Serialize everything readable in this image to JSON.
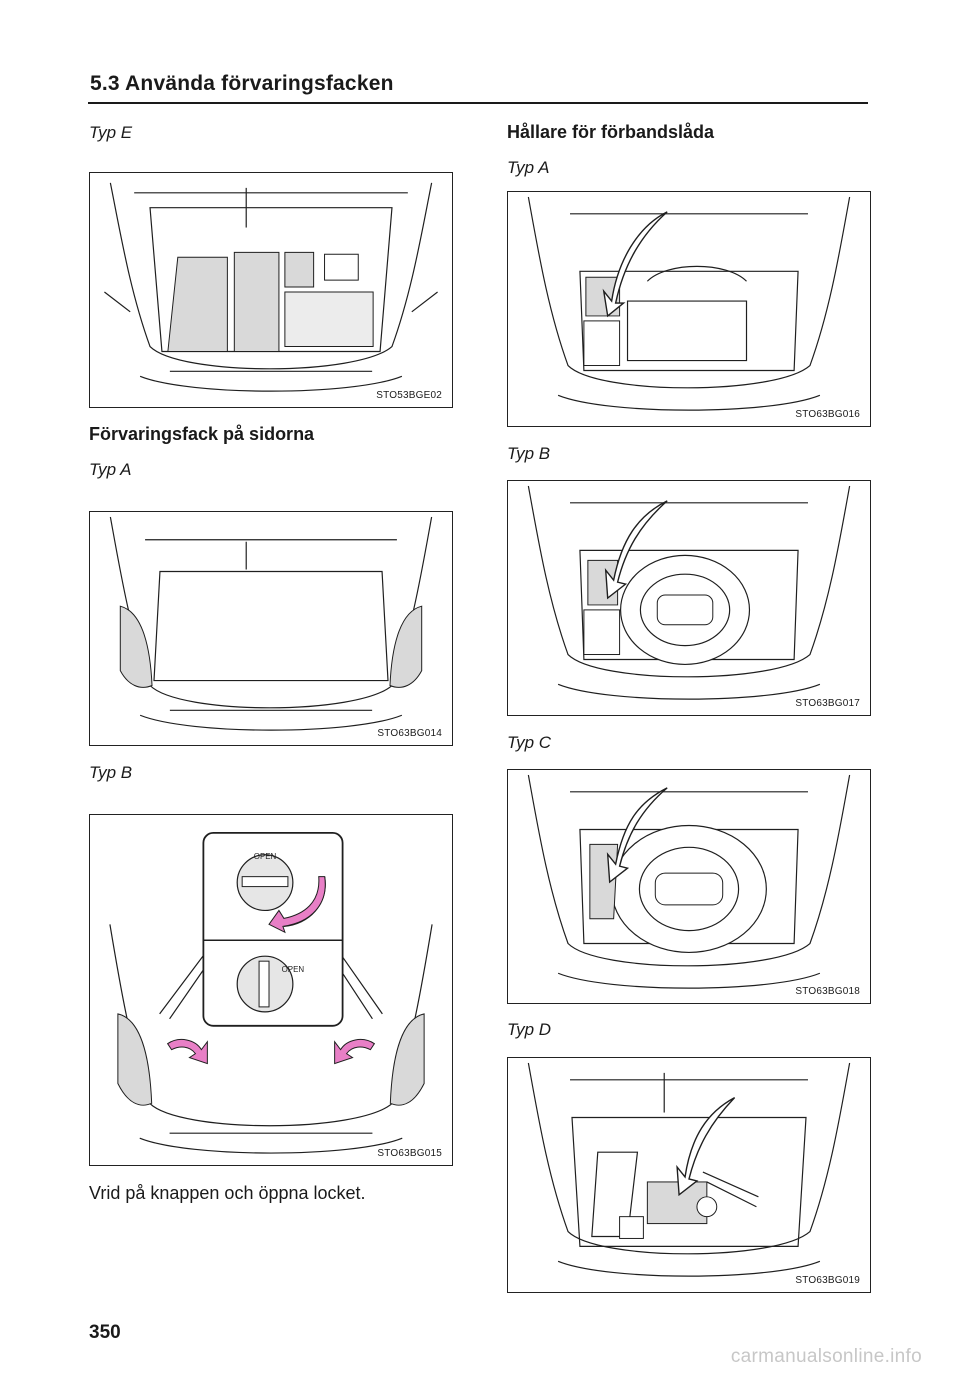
{
  "header": {
    "section_title": "5.3  Använda förvaringsfacken"
  },
  "left_column": {
    "typ_e_label": "Typ E",
    "fig_e_code": "STO53BGE02",
    "side_heading": "Förvaringsfack på sidorna",
    "typ_a_label": "Typ A",
    "fig_a_code": "STO63BG014",
    "typ_b_label": "Typ B",
    "fig_b_code": "STO63BG015",
    "fig_b_open_top": "OPEN",
    "fig_b_open_bottom": "OPEN",
    "instruction": "Vrid på knappen och öppna locket."
  },
  "right_column": {
    "heading": "Hållare för förbandslåda",
    "typ_a_label": "Typ A",
    "fig_a_code": "STO63BG016",
    "typ_b_label": "Typ B",
    "fig_b_code": "STO63BG017",
    "typ_c_label": "Typ C",
    "fig_c_code": "STO63BG018",
    "typ_d_label": "Typ D",
    "fig_d_code": "STO63BG019"
  },
  "footer": {
    "page_number": "350",
    "watermark": "carmanualsonline.info"
  },
  "colors": {
    "shade": "#d9d9d9",
    "pink": "#e87fc6",
    "line": "#1f1f1f"
  }
}
